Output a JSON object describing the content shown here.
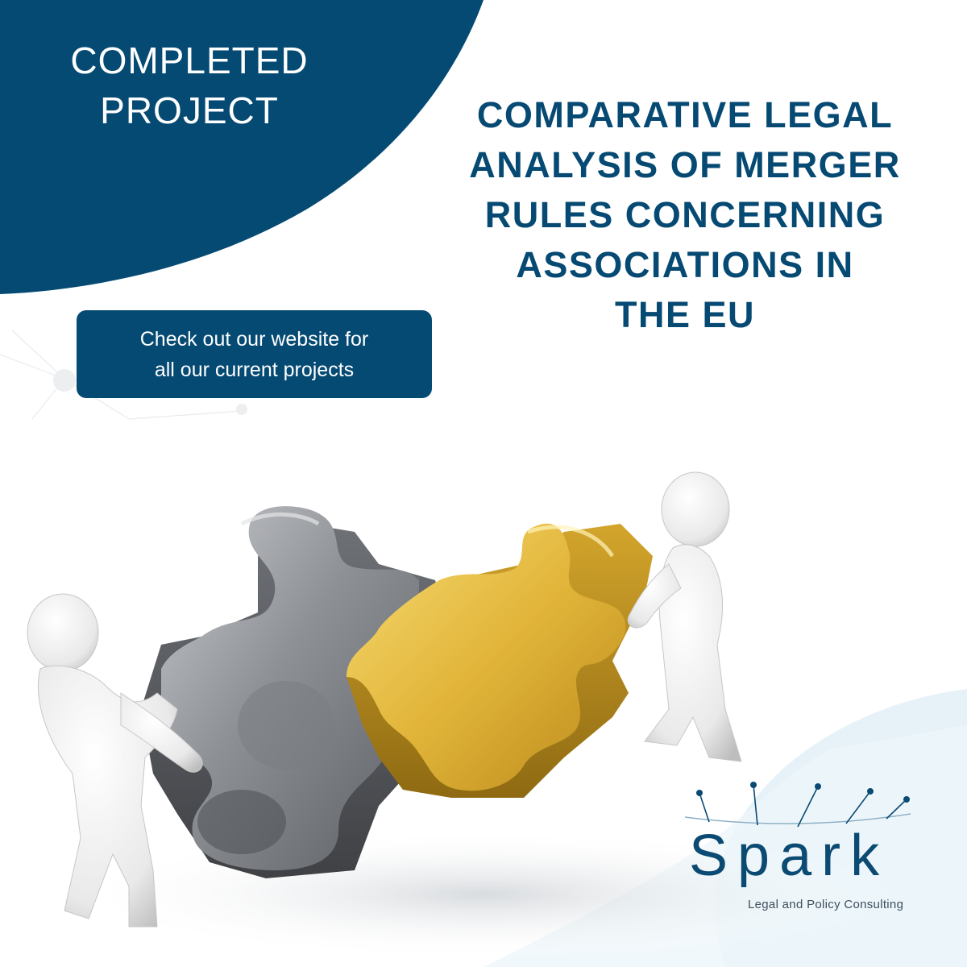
{
  "colors": {
    "brand_navy": "#054a73",
    "title_blue": "#064a73",
    "light_wave": "#e7f2f8",
    "gold": "#e0b42c",
    "silver": "#8c8f94"
  },
  "badge": {
    "line1": "COMPLETED",
    "line2": "PROJECT"
  },
  "title": {
    "line1": "COMPARATIVE LEGAL",
    "line2": "ANALYSIS OF MERGER",
    "line3": "RULES CONCERNING",
    "line4": "ASSOCIATIONS IN",
    "line5": "THE EU"
  },
  "cta": {
    "line1": "Check out our website for",
    "line2": "all our current projects"
  },
  "illustration": {
    "icon": "puzzle-merge-figures-icon"
  },
  "logo": {
    "name": "Spark",
    "tagline": "Legal and Policy Consulting",
    "icon": "spark-rays-icon"
  }
}
